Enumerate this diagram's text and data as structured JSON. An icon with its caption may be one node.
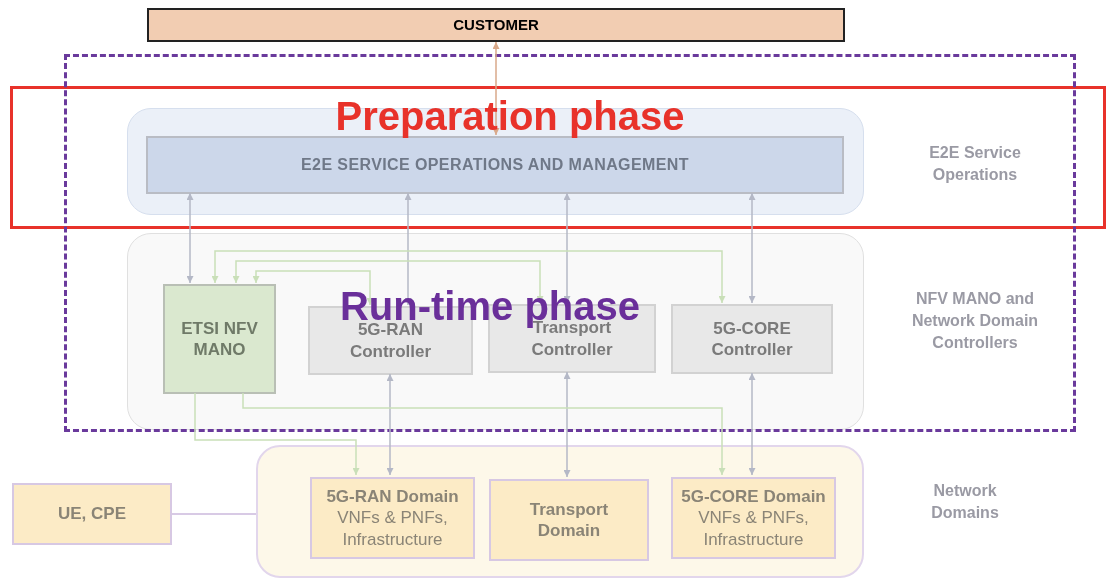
{
  "diagram": {
    "nodes": [
      {
        "text": [
          "CUSTOMER"
        ]
      },
      {
        "text": [],
        "shape": "box"
      },
      {
        "text": [
          "E2E  SERVICE  OPERATIONS  AND  MANAGEMENT"
        ],
        "in": 1
      },
      {
        "text": [],
        "shape": "box"
      },
      {
        "text": [
          "ETSI NFV MANO"
        ],
        "in": 3
      },
      {
        "text": [
          "5G-RAN Controller"
        ],
        "in": 3
      },
      {
        "text": [
          "Transport Controller"
        ],
        "in": 3
      },
      {
        "text": [
          "5G-CORE Controller"
        ],
        "in": 3
      },
      {
        "text": [],
        "shape": "box"
      },
      {
        "text": [
          "5G-RAN Domain",
          "VNFs & PNFs, Infrastructure"
        ],
        "in": 8
      },
      {
        "text": [
          "Transport Domain"
        ],
        "in": 8
      },
      {
        "text": [
          "5G-CORE Domain",
          "VNFs & PNFs, Infrastructure"
        ],
        "in": 8
      },
      {
        "text": [
          "UE, CPE"
        ]
      }
    ],
    "edges": [
      {
        "from": 0,
        "to": 2,
        "arrow": "both",
        "color": "#d9a98a"
      },
      {
        "from": 4,
        "to": 2,
        "arrow": "both"
      },
      {
        "from": 5,
        "to": 2,
        "arrow": "both"
      },
      {
        "from": 6,
        "to": 2,
        "arrow": "both"
      },
      {
        "from": 7,
        "to": 2,
        "arrow": "both"
      },
      {
        "from": 4,
        "to": 5,
        "arrow": "both",
        "color": "#c9dfb8"
      },
      {
        "from": 4,
        "to": 6,
        "arrow": "both",
        "color": "#c9dfb8"
      },
      {
        "from": 4,
        "to": 7,
        "arrow": "both",
        "color": "#c9dfb8"
      },
      {
        "from": 5,
        "to": 9,
        "arrow": "both"
      },
      {
        "from": 6,
        "to": 10,
        "arrow": "both"
      },
      {
        "from": 7,
        "to": 11,
        "arrow": "both"
      },
      {
        "from": 4,
        "to": 9,
        "arrow": "to",
        "color": "#c9dfb8"
      },
      {
        "from": 4,
        "to": 11,
        "arrow": "to",
        "color": "#c9dfb8"
      },
      {
        "from": 12,
        "to": 8,
        "arrow": "none",
        "color": "#cbb9dd"
      }
    ],
    "labels": [
      "Preparation phase",
      "Run-time phase",
      "E2E Service Operations",
      "NFV MANO and Network Domain Controllers",
      "Network Domains"
    ]
  }
}
